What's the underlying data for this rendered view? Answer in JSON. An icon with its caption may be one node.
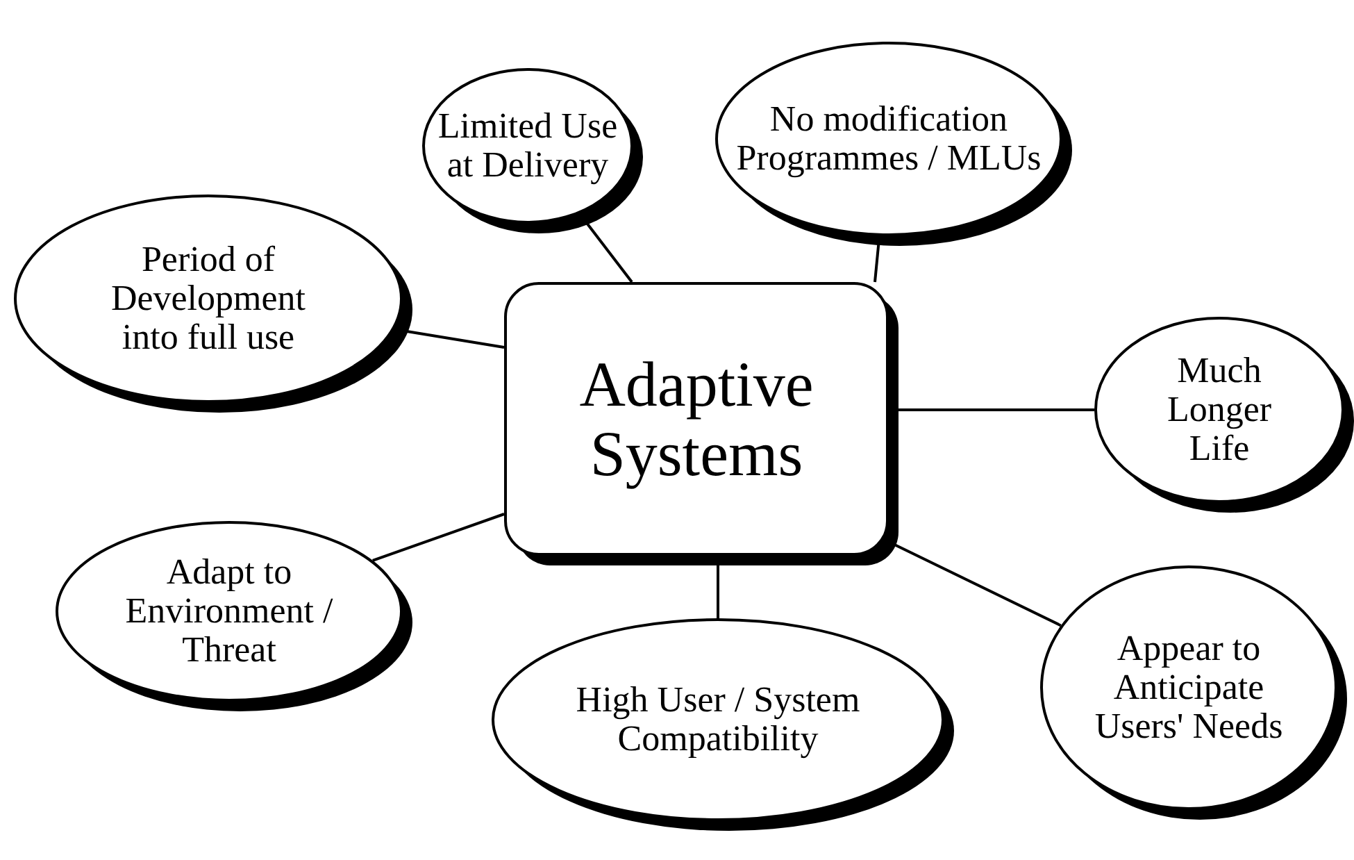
{
  "diagram": {
    "nodes": [
      {
        "text": [
          "Adaptive Systems"
        ]
      },
      {
        "text": [
          "Period of Development into full use"
        ]
      },
      {
        "text": [
          "Limited Use at Delivery"
        ]
      },
      {
        "text": [
          "No modification Programmes / MLUs"
        ]
      },
      {
        "text": [
          "Much Longer Life"
        ]
      },
      {
        "text": [
          "Adapt to Environment / Threat"
        ]
      },
      {
        "text": [
          "High User / System Compatibility"
        ]
      },
      {
        "text": [
          "Appear to Anticipate Users' Needs"
        ]
      }
    ],
    "edges": [
      {
        "from": 0,
        "to": 1,
        "arrow": "none"
      },
      {
        "from": 0,
        "to": 2,
        "arrow": "none"
      },
      {
        "from": 0,
        "to": 3,
        "arrow": "none"
      },
      {
        "from": 0,
        "to": 4,
        "arrow": "none"
      },
      {
        "from": 0,
        "to": 5,
        "arrow": "none"
      },
      {
        "from": 0,
        "to": 6,
        "arrow": "none"
      },
      {
        "from": 0,
        "to": 7,
        "arrow": "none"
      }
    ]
  }
}
